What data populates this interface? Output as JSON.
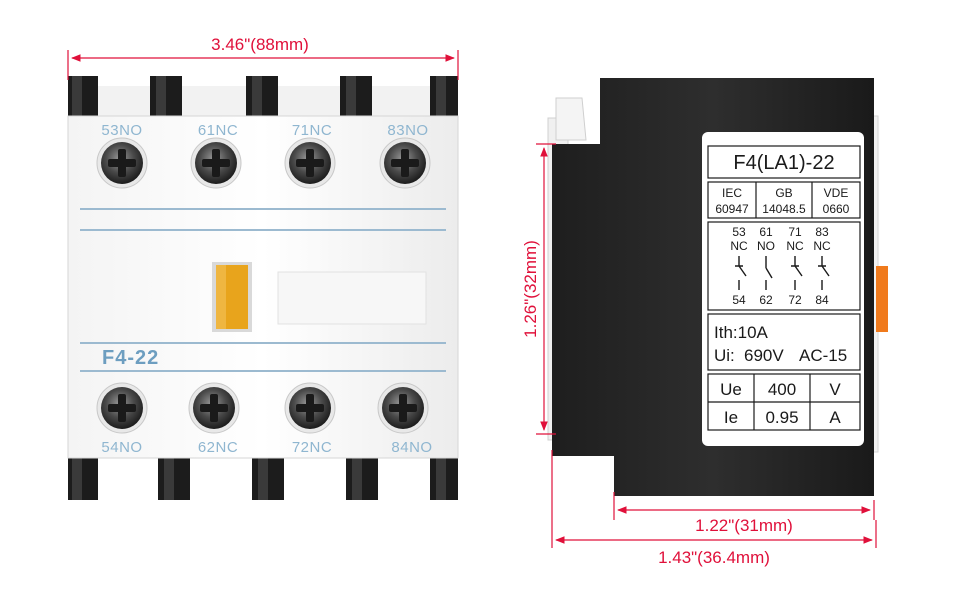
{
  "dimensions": {
    "width": "3.46\"(88mm)",
    "height": "1.26\"(32mm)",
    "depth_inner": "1.22\"(31mm)",
    "depth_total": "1.43\"(36.4mm)"
  },
  "front": {
    "model_text": "F4-22",
    "top_terminals": [
      "53NO",
      "61NC",
      "71NC",
      "83NO"
    ],
    "bottom_terminals": [
      "54NO",
      "62NC",
      "72NC",
      "84NO"
    ]
  },
  "side_label": {
    "title": "F4(LA1)-22",
    "standards": [
      {
        "name": "IEC",
        "code": "60947"
      },
      {
        "name": "GB",
        "code": "14048.5"
      },
      {
        "name": "VDE",
        "code": "0660"
      }
    ],
    "contacts": [
      {
        "top": "53",
        "type": "NC",
        "bottom": "54"
      },
      {
        "top": "61",
        "type": "NO",
        "bottom": "62"
      },
      {
        "top": "71",
        "type": "NC",
        "bottom": "72"
      },
      {
        "top": "83",
        "type": "NC",
        "bottom": "84"
      }
    ],
    "ith": "Ith:10A",
    "ui_label": "Ui:",
    "ui_value": "690V",
    "ui_category": "AC-15",
    "ratings": [
      {
        "label": "Ue",
        "value": "400",
        "unit": "V"
      },
      {
        "label": "Ie",
        "value": "0.95",
        "unit": "A"
      }
    ]
  },
  "colors": {
    "dimension_red": "#e0103a",
    "label_blue": "#8fb6d0",
    "body_black": "#262626",
    "indicator_amber": "#e8a41c",
    "side_tab_orange": "#f07a1c"
  }
}
